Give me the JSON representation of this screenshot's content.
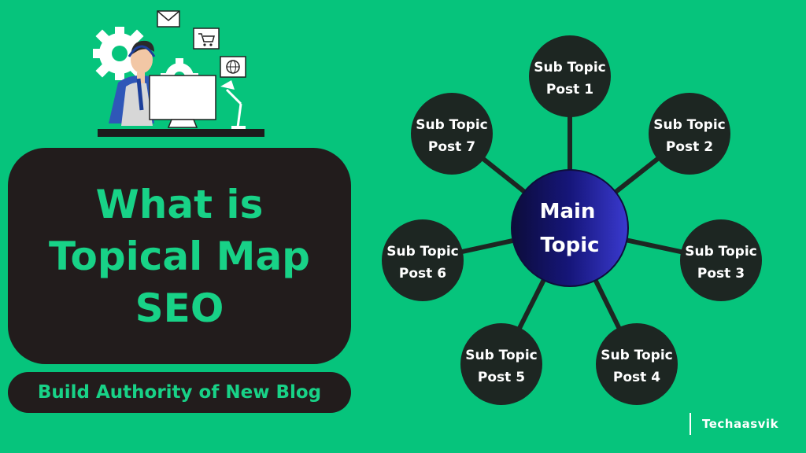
{
  "title": {
    "line1": "What is",
    "line2": "Topical Map",
    "line3": "SEO"
  },
  "subtitle": "Build Authority of New Blog",
  "brand": "Techaasvik",
  "diagram": {
    "center": {
      "line1": "Main",
      "line2": "Topic"
    },
    "nodes": [
      {
        "line1": "Sub Topic",
        "line2": "Post 1"
      },
      {
        "line1": "Sub Topic",
        "line2": "Post 2"
      },
      {
        "line1": "Sub Topic",
        "line2": "Post 3"
      },
      {
        "line1": "Sub Topic",
        "line2": "Post 4"
      },
      {
        "line1": "Sub Topic",
        "line2": "Post 5"
      },
      {
        "line1": "Sub Topic",
        "line2": "Post 6"
      },
      {
        "line1": "Sub Topic",
        "line2": "Post 7"
      }
    ]
  },
  "illustration": {
    "icons": [
      "gear-icon",
      "envelope-icon",
      "cart-icon",
      "globe-icon",
      "desk-lamp-icon",
      "monitor-icon",
      "headset-icon"
    ]
  },
  "colors": {
    "background": "#06c47c",
    "panel": "#221c1c",
    "accent_text": "#18d287",
    "node_fill": "#1d2622",
    "center_fill": "#1a1a7a"
  }
}
